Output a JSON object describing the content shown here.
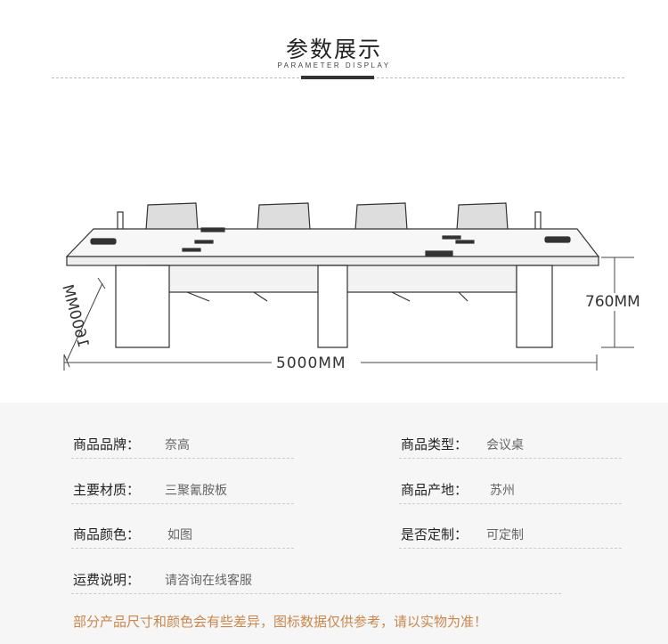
{
  "header": {
    "title": "参数展示",
    "subtitle": "PARAMETER DISPLAY"
  },
  "dimensions": {
    "height": "760MM",
    "length": "5000MM",
    "width": "1600MM"
  },
  "params": [
    {
      "label": "商品品牌：",
      "value": "奈高"
    },
    {
      "label": "商品类型：",
      "value": "会议桌"
    },
    {
      "label": "主要材质：",
      "value": "三聚氰胺板"
    },
    {
      "label": "商品产地：",
      "value": "苏州"
    },
    {
      "label": "商品颜色：",
      "value": "如图"
    },
    {
      "label": "是否定制：",
      "value": "可定制"
    },
    {
      "label": "运费说明：",
      "value": "请咨询在线客服"
    }
  ],
  "note": "部分产品尺寸和颜色会有些差异，图标数据仅供参考，请以实物为准！"
}
